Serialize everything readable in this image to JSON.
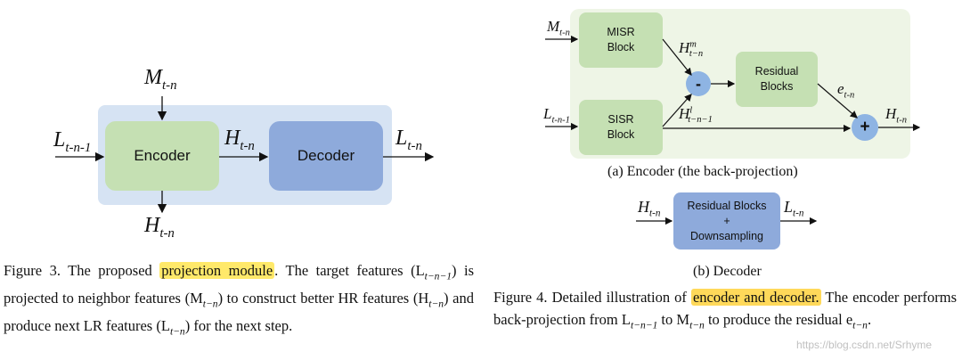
{
  "figure3": {
    "encoder_label": "Encoder",
    "decoder_label": "Decoder",
    "m_in": {
      "base": "M",
      "sub": "t-n"
    },
    "l_in": {
      "base": "L",
      "sub": "t-n-1"
    },
    "h_mid": {
      "base": "H",
      "sub": "t-n"
    },
    "l_out": {
      "base": "L",
      "sub": "t-n"
    },
    "h_out": {
      "base": "H",
      "sub": "t-n"
    },
    "caption": {
      "pre": "Figure 3. The proposed ",
      "highlight": "projection module",
      "post": ". The target features (L",
      "l_sub": "t−n−1",
      "mid1": ") is projected to neighbor features (M",
      "m_sub": "t−n",
      "mid2": ") to construct better HR features (H",
      "h_sub": "t−n",
      "mid3": ") and produce next LR features (L",
      "l2_sub": "t−n",
      "end": ") for the next step."
    }
  },
  "figure4": {
    "misr_label": "MISR Block",
    "sisr_label": "SISR Block",
    "residual_label": "Residual Blocks",
    "minus_label": "-",
    "plus_label": "+",
    "m_in": {
      "base": "M",
      "sub": "t-n"
    },
    "l_in": {
      "base": "L",
      "sub": "t-n-1"
    },
    "h_m": {
      "base": "H",
      "sup": "m",
      "sub": "t−n"
    },
    "h_l": {
      "base": "H",
      "sup": "l",
      "sub": "t−n−1"
    },
    "e": {
      "base": "e",
      "sub": "t-n"
    },
    "h_out": {
      "base": "H",
      "sub": "t-n"
    },
    "encoder_subcaption": "(a) Encoder (the back-projection)",
    "decoder_block_line1": "Residual Blocks",
    "decoder_block_line2": "+",
    "decoder_block_line3": "Downsampling",
    "dec_h_in": {
      "base": "H",
      "sub": "t-n"
    },
    "dec_l_out": {
      "base": "L",
      "sub": "t-n"
    },
    "decoder_subcaption": "(b) Decoder",
    "caption": {
      "pre": "Figure 4. Detailed illustration of ",
      "highlight": "encoder and decoder.",
      "mid": " The encoder performs back-projection from L",
      "l_sub": "t−n−1",
      "to": " to M",
      "m_sub": "t−n",
      "post": " to produce the residual e",
      "e_sub": "t−n",
      "end": "."
    }
  },
  "watermark": "https://blog.csdn.net/Srhyme",
  "colors": {
    "bg_blue": "#d6e3f3",
    "green_block": "#c5e0b3",
    "decoder_blue": "#8eaadb",
    "fig4_bg": "#eef5e6",
    "circle_blue": "#8eb4e3",
    "highlight": "#ffe96a"
  }
}
